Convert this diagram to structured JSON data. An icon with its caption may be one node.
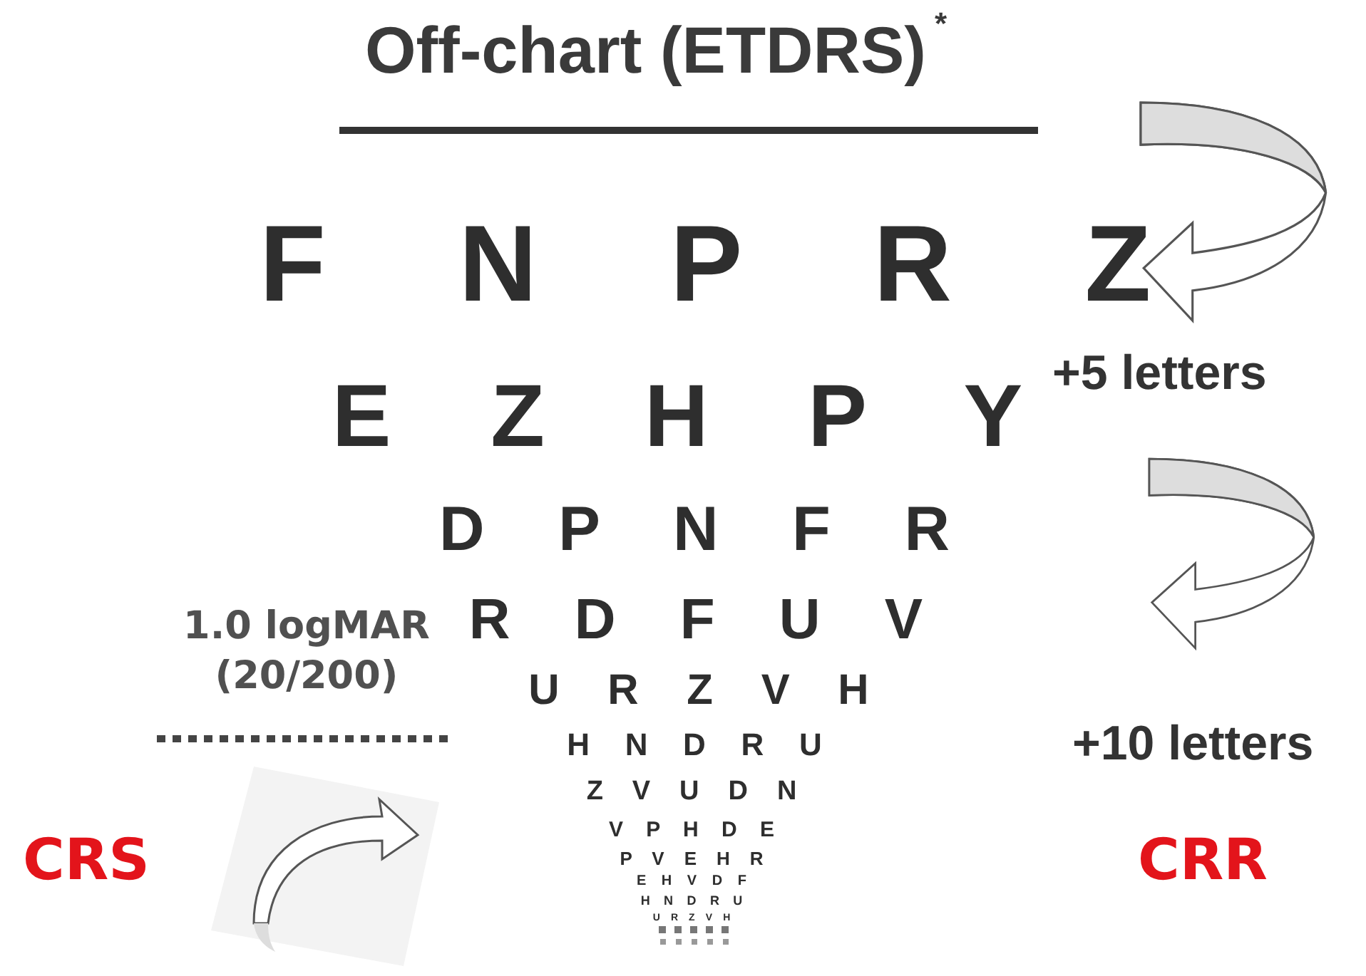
{
  "diagram": {
    "title": "Off-chart (ETDRS)$^{*}$",
    "labels": [
      "F N P R Z",
      "E Z H P Y",
      "D P N F R",
      "R D F U V",
      "U R Z V H",
      "H N D R U",
      "Z V U D N",
      "V P H D E",
      "P V E H R",
      "E H V D F",
      "H N D R U",
      "U R Z V H",
      "+5 letters",
      "+10 letters",
      "1.0 logMAR (20/200)",
      "CRS",
      "CRR"
    ]
  }
}
